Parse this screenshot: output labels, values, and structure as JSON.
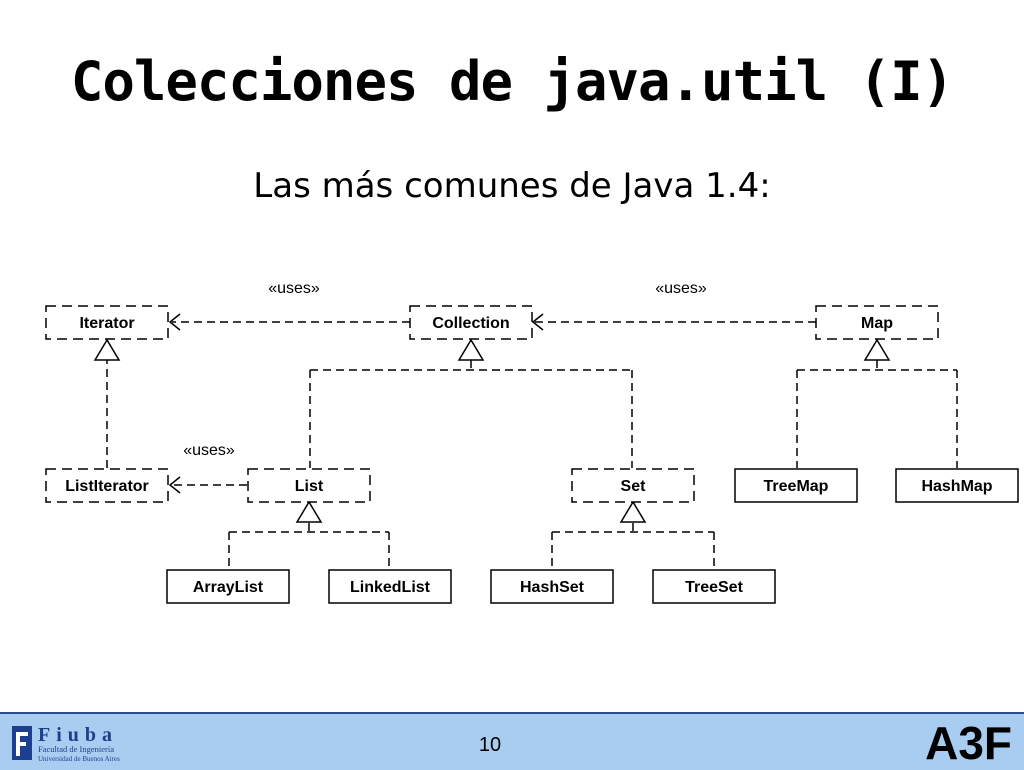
{
  "slide": {
    "title": "Colecciones de java.util (I)",
    "subtitle": "Las más comunes de Java 1.4:"
  },
  "diagram": {
    "uses_label": "«uses»",
    "classes": {
      "iterator": "Iterator",
      "collection": "Collection",
      "map": "Map",
      "listiterator": "ListIterator",
      "list": "List",
      "set": "Set",
      "treemap": "TreeMap",
      "hashmap": "HashMap",
      "arraylist": "ArrayList",
      "linkedlist": "LinkedList",
      "hashset": "HashSet",
      "treeset": "TreeSet"
    }
  },
  "footer": {
    "logo_text": "Fiuba",
    "logo_line1": "Facultad de Ingeniería",
    "logo_line2": "Universidad de Buenos Aires",
    "page_number": "10",
    "brand": "A3F"
  }
}
